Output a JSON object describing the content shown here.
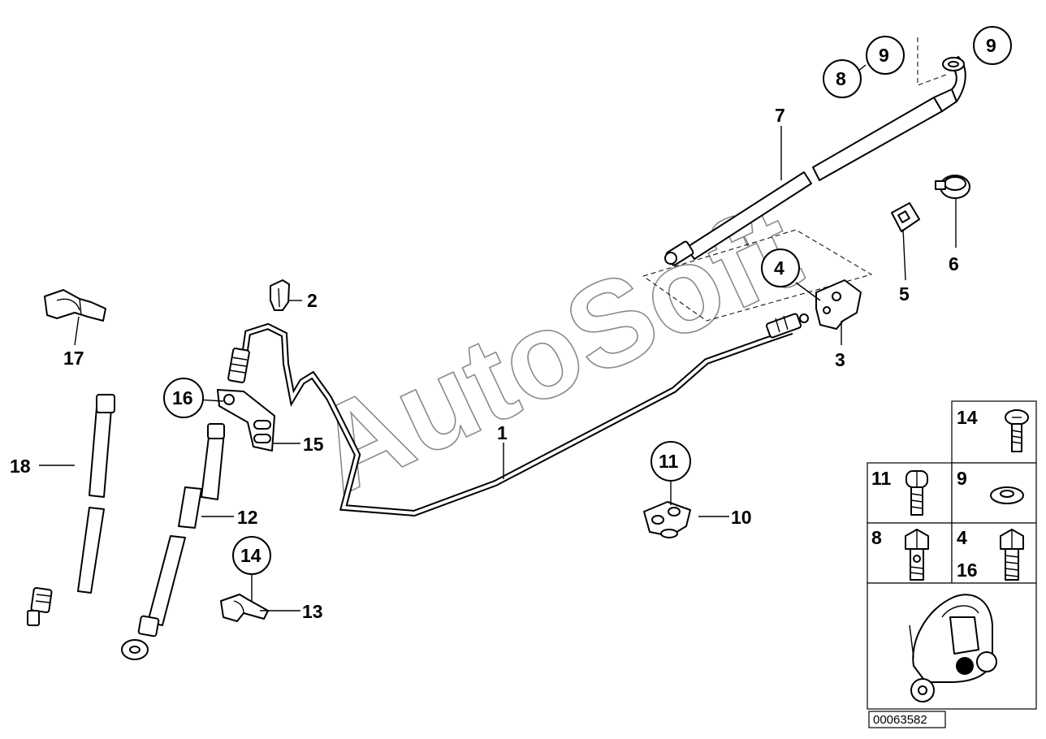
{
  "watermark": "AutoSoft",
  "diagram_code": "00063582",
  "callouts": {
    "p1": "1",
    "p2": "2",
    "p3": "3",
    "p4": "4",
    "p5": "5",
    "p6": "6",
    "p7": "7",
    "p8": "8",
    "p9a": "9",
    "p9b": "9",
    "p10": "10",
    "p11": "11",
    "p12": "12",
    "p13": "13",
    "p14": "14",
    "p15": "15",
    "p16": "16",
    "p17": "17",
    "p18": "18"
  },
  "legend": {
    "c14": "14",
    "c11": "11",
    "c9": "9",
    "c8": "8",
    "c4": "4",
    "c16": "16"
  },
  "icons": [
    "brake-line",
    "brake-hose",
    "clip",
    "bracket",
    "hollow-bolt",
    "washer",
    "screw",
    "scooter-locator"
  ]
}
